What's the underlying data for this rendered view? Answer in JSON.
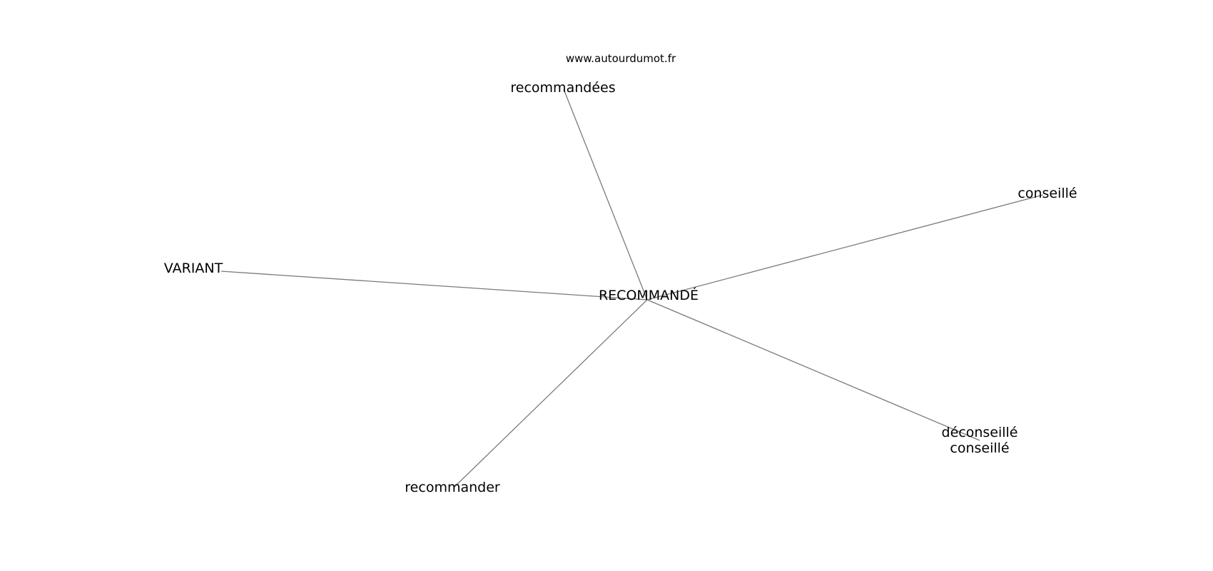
{
  "watermark": "www.autourdumot.fr",
  "center": {
    "label": "RECOMMANDÉ"
  },
  "nodes": [
    {
      "id": "recommandees",
      "lines": [
        "recommandées"
      ]
    },
    {
      "id": "conseille",
      "lines": [
        "conseillé"
      ]
    },
    {
      "id": "variant",
      "lines": [
        "VARIANT"
      ]
    },
    {
      "id": "deconseille-conseille",
      "lines": [
        "déconseillé",
        "conseillé"
      ]
    },
    {
      "id": "recommander",
      "lines": [
        "recommander"
      ]
    }
  ],
  "edges": [
    {
      "from": "center",
      "to": "recommandees"
    },
    {
      "from": "center",
      "to": "conseille"
    },
    {
      "from": "center",
      "to": "variant"
    },
    {
      "from": "center",
      "to": "deconseille-conseille"
    },
    {
      "from": "center",
      "to": "recommander"
    }
  ]
}
